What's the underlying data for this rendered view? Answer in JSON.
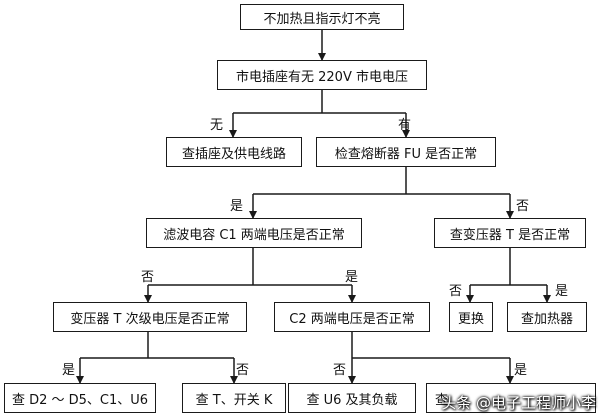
{
  "nodes": {
    "start": "不加热且指示灯不亮",
    "mains_voltage": "市电插座有无 220V 市电电压",
    "check_socket": "查插座及供电线路",
    "check_fuse": "检查熔断器 FU 是否正常",
    "filter_cap": "滤波电容 C1 两端电压是否正常",
    "check_transformer": "查变压器 T 是否正常",
    "transformer_secondary": "变压器 T 次级电压是否正常",
    "c2_voltage": "C2 两端电压是否正常",
    "replace": "更换",
    "check_heater": "查加热器",
    "check_diodes": "查 D2 ～ D5、C1、U6",
    "check_t_switch": "查 T、开关 K",
    "check_u6_load": "查 U6 及其负载",
    "check_last": "查"
  },
  "labels": {
    "no": "无",
    "yes_have": "有",
    "yes": "是",
    "no2": "否"
  },
  "watermark": "头条 @电子工程师小李",
  "colors": {
    "line": "#1a1a1a",
    "box_border": "#1a1a1a"
  }
}
